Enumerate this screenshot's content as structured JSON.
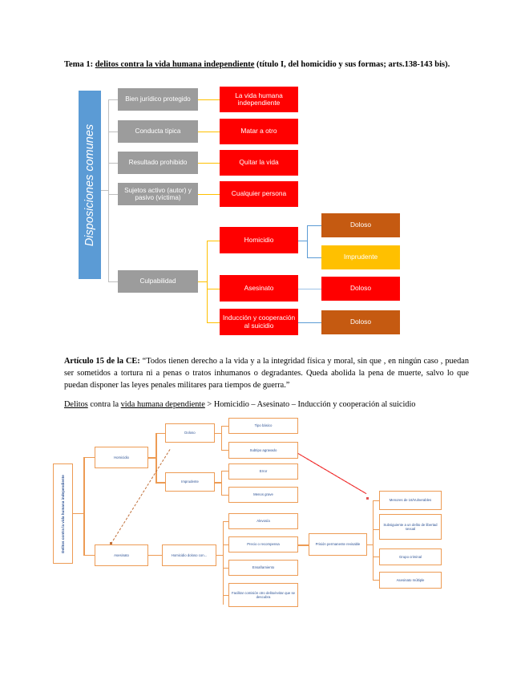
{
  "document": {
    "heading": {
      "prefix": "Tema 1: ",
      "underlined": "delitos contra la vida humana independiente",
      "suffix": " (título I, del homicidio y sus formas; arts.138-143 bis)."
    },
    "article_15": {
      "label": "Artículo 15 de la CE: ",
      "quote": "“Todos tienen derecho a la vida y a la integridad física y moral, sin que , en ningún caso , puedan ser sometidos a tortura ni a penas o tratos inhumanos o degradantes. Queda abolida la pena de muerte, salvo lo que puedan disponer las leyes penales militares para tiempos de guerra.”"
    },
    "delitos_line": {
      "part1": "Delitos",
      "part2": " contra la ",
      "part3": "vida humana dependiente",
      "part4": " > Homicidio – Asesinato – Inducción y cooperación al suicidio"
    }
  },
  "diagram1": {
    "banner": "Disposiciones comunes",
    "colors": {
      "banner": "#5B9BD5",
      "gray": "#9C9C9C",
      "red": "#FF0000",
      "brown": "#C55A11",
      "amber": "#FFC000",
      "connector_gray": "#BFBFBF",
      "connector_orange": "#FFC000",
      "connector_blue": "#5B9BD5"
    },
    "elements": [
      {
        "id": "bien-juridico",
        "label": "Bien jurídico protegido"
      },
      {
        "id": "conducta-tipica",
        "label": "Conducta típica"
      },
      {
        "id": "resultado",
        "label": "Resultado prohibido"
      },
      {
        "id": "sujetos",
        "label": "Sujetos activo (autor) y pasivo (víctima)"
      },
      {
        "id": "culpabilidad",
        "label": "Culpabilidad"
      }
    ],
    "values": [
      {
        "id": "vida-humana",
        "label": "La vida humana independiente"
      },
      {
        "id": "matar-a-otro",
        "label": "Matar a otro"
      },
      {
        "id": "quitar-la-vida",
        "label": "Quitar la vida"
      },
      {
        "id": "cualquier-persona",
        "label": "Cualquier persona"
      }
    ],
    "culpabilidad_branches": [
      {
        "id": "homicidio",
        "label": "Homicidio"
      },
      {
        "id": "asesinato",
        "label": "Asesinato"
      },
      {
        "id": "induccion",
        "label": "Inducción y cooperación al suicidio"
      }
    ],
    "culpabilidad_leaves": [
      {
        "id": "homicidio-doloso",
        "label": "Doloso"
      },
      {
        "id": "homicidio-imprudente",
        "label": "Imprudente"
      },
      {
        "id": "asesinato-doloso",
        "label": "Doloso"
      },
      {
        "id": "induccion-doloso",
        "label": "Doloso"
      }
    ]
  },
  "diagram2": {
    "banner": "Delitos contra la vida humana independiente",
    "colors": {
      "border": "#ED9B54",
      "text": "#2E5395",
      "dash_brown": "#C0703A",
      "dash_red": "#E05252"
    },
    "nodes": {
      "homicidio": "Homicidio",
      "asesinato": "Asesinato",
      "doloso": "Doloso",
      "imprudente": "Imprudente",
      "tipo_basico": "Tipo básico",
      "subtipo_agravado": "Subtipo agravado",
      "error": "Error",
      "menos_grave": "Menos grave",
      "homicidio_doloso_con": "Homicidio doloso con...",
      "alevosia": "Alevosía",
      "precio": "Precio o recompensa",
      "ensanamiento": "Ensañamiento",
      "facilitar": "Facilitar comisión otro delito/evitar que se descubra",
      "prision_permanente": "Prisión permanente revisable",
      "menores": "Menores de 16/Vulnerables",
      "subsiguiente": "Subsiguiente a un delito de libertad sexual",
      "grupo_criminal": "Grupo criminal",
      "asesinato_multiple": "Asesinato múltiple"
    }
  }
}
